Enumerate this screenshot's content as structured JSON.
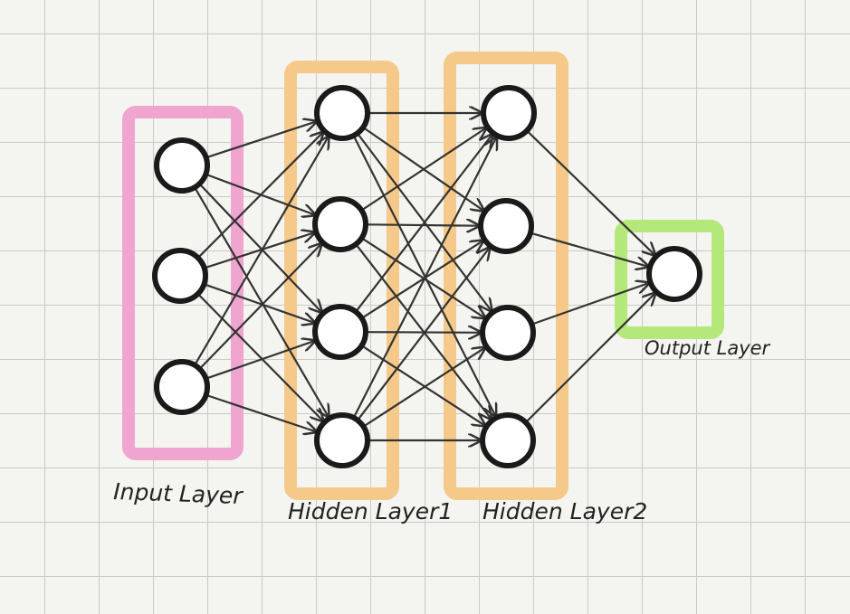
{
  "diagram": {
    "layers": [
      {
        "id": "input",
        "label": "Input Layer",
        "node_count": 3,
        "box_color": "#f0a5d0"
      },
      {
        "id": "hidden1",
        "label": "Hidden Layer1",
        "node_count": 4,
        "box_color": "#f5c98a"
      },
      {
        "id": "hidden2",
        "label": "Hidden Layer2",
        "node_count": 4,
        "box_color": "#f5c98a"
      },
      {
        "id": "output",
        "label": "Output Layer",
        "node_count": 1,
        "box_color": "#b5e87a"
      }
    ],
    "connectivity": "fully-connected",
    "node_stroke_color": "#1a1a1a",
    "edge_color": "#333333",
    "grid_color": "#c9cbc6",
    "background_color": "#f4f5f0"
  }
}
